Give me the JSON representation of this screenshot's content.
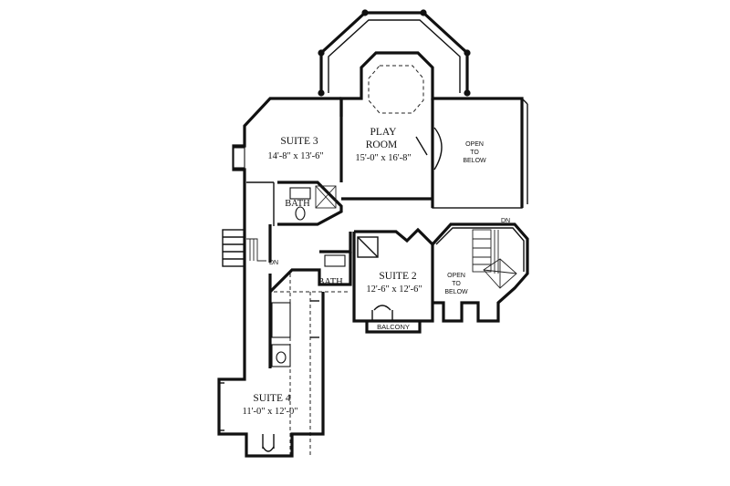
{
  "rooms": {
    "suite3": {
      "name": "SUITE 3",
      "size": "14'-8\" x 13'-6\""
    },
    "play_room": {
      "name_line1": "PLAY",
      "name_line2": "ROOM",
      "size": "15'-0\" x 16'-8\""
    },
    "open_below_1": {
      "line1": "OPEN",
      "line2": "TO",
      "line3": "BELOW"
    },
    "bath_upper": {
      "name": "BATH"
    },
    "suite2": {
      "name": "SUITE 2",
      "size": "12'-6\" x 12'-6\""
    },
    "bath_lower": {
      "name": "BATH"
    },
    "open_below_2": {
      "line1": "OPEN",
      "line2": "TO",
      "line3": "BELOW"
    },
    "balcony": {
      "name": "BALCONY"
    },
    "suite4": {
      "name": "SUITE 4",
      "size": "11'-0\" x 12'-0\""
    }
  },
  "stairs": {
    "down_left": "DN",
    "down_right": "DN"
  }
}
